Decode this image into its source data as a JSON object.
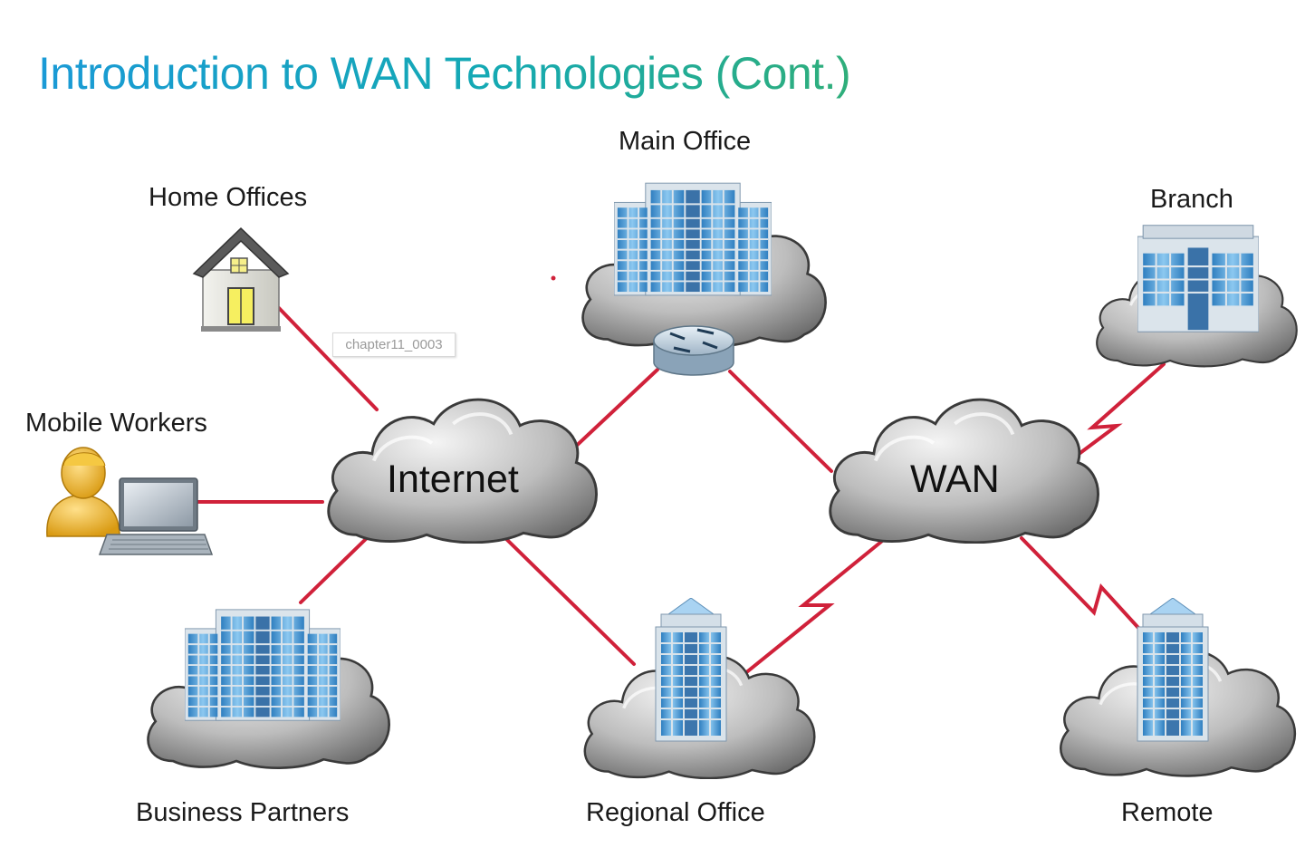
{
  "slide": {
    "title": "Introduction to WAN Technologies (Cont.)",
    "image_tag": "chapter11_0003"
  },
  "nodes": {
    "internet": "Internet",
    "wan": "WAN",
    "main_office": "Main Office",
    "home_offices": "Home Offices",
    "mobile_workers": "Mobile Workers",
    "business_partners": "Business Partners",
    "regional_office": "Regional Office",
    "branch": "Branch",
    "remote": "Remote"
  },
  "colors": {
    "link": "#d0213a",
    "cloud_dark": "#6e6e6e",
    "cloud_light": "#f2f2f2",
    "building_glass": "#4a9ad6",
    "title_start": "#1a9ad6",
    "title_end": "#2fae7a"
  }
}
